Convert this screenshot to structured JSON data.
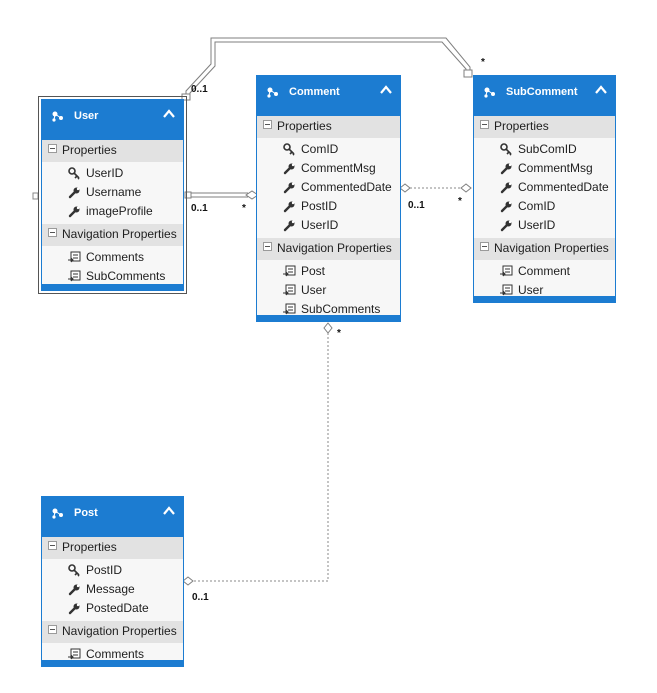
{
  "entities": {
    "user": {
      "title": "User",
      "properties_label": "Properties",
      "properties": [
        "UserID",
        "Username",
        "imageProfile"
      ],
      "navigation_label": "Navigation Properties",
      "navigation": [
        "Comments",
        "SubComments"
      ]
    },
    "comment": {
      "title": "Comment",
      "properties_label": "Properties",
      "properties": [
        "ComID",
        "CommentMsg",
        "CommentedDate",
        "PostID",
        "UserID"
      ],
      "navigation_label": "Navigation Properties",
      "navigation": [
        "Post",
        "User",
        "SubComments"
      ]
    },
    "subcomment": {
      "title": "SubComment",
      "properties_label": "Properties",
      "properties": [
        "SubComID",
        "CommentMsg",
        "CommentedDate",
        "ComID",
        "UserID"
      ],
      "navigation_label": "Navigation Properties",
      "navigation": [
        "Comment",
        "User"
      ]
    },
    "post": {
      "title": "Post",
      "properties_label": "Properties",
      "properties": [
        "PostID",
        "Message",
        "PostedDate"
      ],
      "navigation_label": "Navigation Properties",
      "navigation": [
        "Comments"
      ]
    }
  },
  "multiplicities": {
    "user_subcomment_user_end": "0..1",
    "user_subcomment_sub_end": "*",
    "user_comment_user_end": "0..1",
    "user_comment_comment_end": "*",
    "comment_subcomment_comment_end": "0..1",
    "comment_subcomment_sub_end": "*",
    "post_comment_comment_end": "*",
    "post_comment_post_end": "0..1"
  },
  "icons": {
    "entity": "entity-icon",
    "key": "key-icon",
    "property": "wrench-icon",
    "navigation": "navigation-property-icon",
    "collapse": "chevron-up-icon"
  },
  "colors": {
    "header": "#1c7cd1",
    "section": "#e2e2e2",
    "body": "#f7f7f7",
    "connector": "#7f7f7f"
  }
}
